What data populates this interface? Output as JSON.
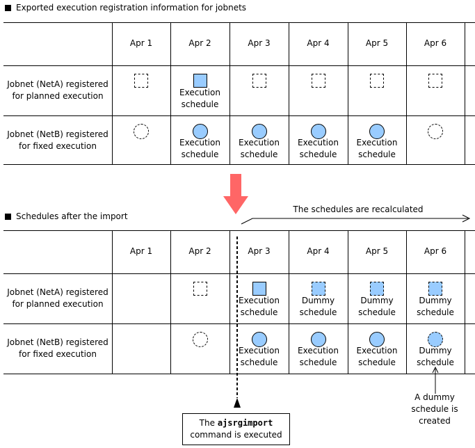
{
  "top": {
    "heading": "Exported execution registration information for jobnets",
    "days": [
      "Apr 1",
      "Apr 2",
      "Apr 3",
      "Apr 4",
      "Apr 5",
      "Apr 6"
    ],
    "rows": [
      {
        "label": "Jobnet (NetA) registered for planned execution",
        "cells": [
          {
            "symbol": "square-dashed",
            "text": ""
          },
          {
            "symbol": "square-solid",
            "text": "Execution schedule"
          },
          {
            "symbol": "square-dashed",
            "text": ""
          },
          {
            "symbol": "square-dashed",
            "text": ""
          },
          {
            "symbol": "square-dashed",
            "text": ""
          },
          {
            "symbol": "square-dashed",
            "text": ""
          }
        ]
      },
      {
        "label": "Jobnet (NetB) registered for fixed execution",
        "cells": [
          {
            "symbol": "circle-dashed",
            "text": ""
          },
          {
            "symbol": "circle-solid",
            "text": "Execution schedule"
          },
          {
            "symbol": "circle-solid",
            "text": "Execution schedule"
          },
          {
            "symbol": "circle-solid",
            "text": "Execution schedule"
          },
          {
            "symbol": "circle-solid",
            "text": "Execution schedule"
          },
          {
            "symbol": "circle-dashed",
            "text": ""
          }
        ]
      }
    ]
  },
  "bottom": {
    "heading": "Schedules after the import",
    "recalc_note": "The schedules are recalculated",
    "days": [
      "Apr 1",
      "Apr 2",
      "Apr 3",
      "Apr 4",
      "Apr 5",
      "Apr 6"
    ],
    "rows": [
      {
        "label": "Jobnet (NetA) registered for planned execution",
        "cells": [
          {
            "symbol": "none",
            "text": ""
          },
          {
            "symbol": "square-dashed",
            "text": ""
          },
          {
            "symbol": "square-solid",
            "text": "Execution schedule"
          },
          {
            "symbol": "square-dummy",
            "text": "Dummy schedule"
          },
          {
            "symbol": "square-dummy",
            "text": "Dummy schedule"
          },
          {
            "symbol": "square-dummy",
            "text": "Dummy schedule"
          }
        ]
      },
      {
        "label": "Jobnet (NetB) registered for fixed execution",
        "cells": [
          {
            "symbol": "none",
            "text": ""
          },
          {
            "symbol": "circle-dashed",
            "text": ""
          },
          {
            "symbol": "circle-solid",
            "text": "Execution schedule"
          },
          {
            "symbol": "circle-solid",
            "text": "Execution schedule"
          },
          {
            "symbol": "circle-solid",
            "text": "Execution schedule"
          },
          {
            "symbol": "circle-dummy",
            "text": "Dummy schedule"
          }
        ]
      }
    ]
  },
  "command_box": {
    "prefix": "The",
    "command": "ajsrgimport",
    "suffix": "command is executed"
  },
  "dummy_note": "A dummy schedule is created",
  "colors": {
    "schedule_fill": "#99ccff",
    "import_arrow": "#ff6666"
  }
}
